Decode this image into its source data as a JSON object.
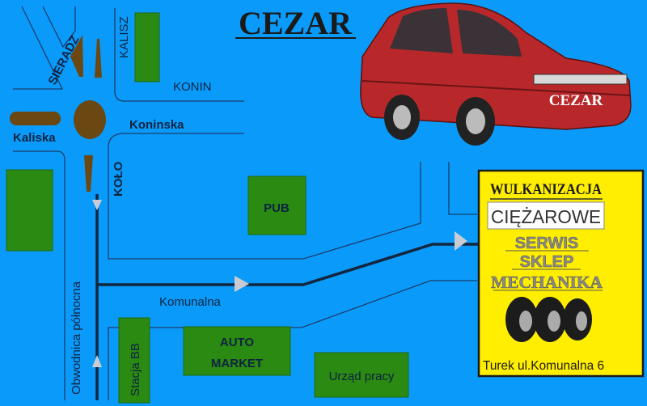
{
  "title": "CEZAR",
  "car_plate": "CEZAR",
  "streets": {
    "sieradz": "SIERADZ",
    "kalisz": "KALISZ",
    "konin": "KONIN",
    "kaliska": "Kaliska",
    "koninska": "Koninska",
    "kolo": "KOŁO",
    "obwodnica": "Obwodnica północna",
    "komunalna": "Komunalna"
  },
  "places": {
    "pub": "PUB",
    "stacja": "Stacja BB",
    "auto": "AUTO",
    "market": "MARKET",
    "urzad": "Urząd pracy"
  },
  "sign": {
    "line1": "WULKANIZACJA",
    "line2": "CIĘŻAROWE",
    "line3": "SERWIS",
    "line4": "SKLEP",
    "line5": "MECHANIKA",
    "address": "Turek ul.Komunalna 6"
  },
  "colors": {
    "background": "#0a9bfa",
    "sign": "#ffee00",
    "building": "#2a8a12",
    "car": "#b8282a"
  }
}
